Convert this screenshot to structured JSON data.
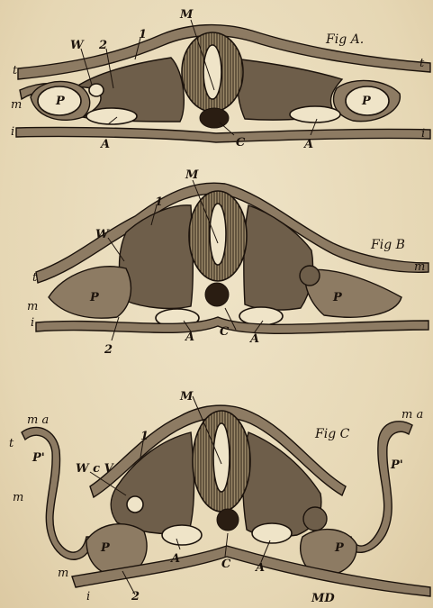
{
  "plate": {
    "figures": [
      {
        "title": "Fig A.",
        "labels": {
          "M": "M",
          "W": "W",
          "two": "2",
          "one": "1",
          "t_left": "t",
          "t_right": "t",
          "m": "m",
          "i_left": "i",
          "i_right": "i",
          "P_left": "P",
          "P_right": "P",
          "A_left": "A",
          "A_right": "A",
          "C": "C"
        }
      },
      {
        "title": "Fig B",
        "labels": {
          "M": "M",
          "W": "W",
          "one": "1",
          "t": "t",
          "m_left": "m",
          "m_right": "m",
          "i": "i",
          "P_left": "P",
          "P_right": "P",
          "A_left": "A",
          "A_right": "A",
          "C": "C",
          "two": "2"
        }
      },
      {
        "title": "Fig C",
        "labels": {
          "M": "M",
          "one": "1",
          "ma_left": "m a",
          "ma_right": "m a",
          "t": "t",
          "Pprime_left": "P'",
          "Pprime_right": "P'",
          "WcV": "W c V",
          "m": "m",
          "m_lower": "m",
          "P_left": "P",
          "P_right": "P",
          "A_left": "A",
          "A_right": "A",
          "C": "C",
          "i": "i",
          "two": "2",
          "MD": "MD"
        }
      }
    ]
  }
}
